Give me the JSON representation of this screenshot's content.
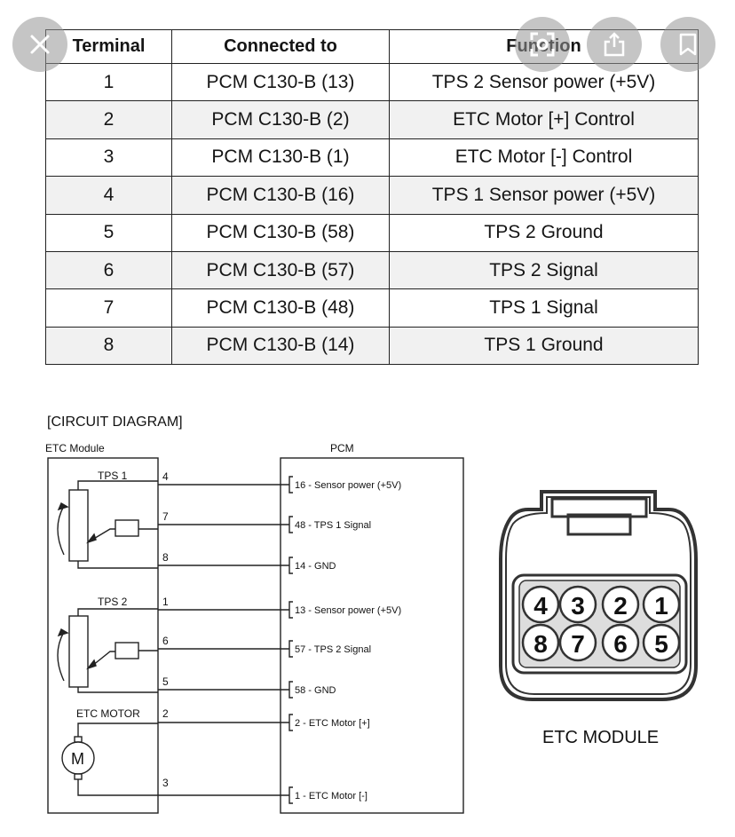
{
  "table": {
    "headers": [
      "Terminal",
      "Connected to",
      "Function"
    ],
    "rows": [
      [
        "1",
        "PCM C130-B (13)",
        "TPS 2 Sensor power (+5V)"
      ],
      [
        "2",
        "PCM C130-B (2)",
        "ETC Motor [+] Control"
      ],
      [
        "3",
        "PCM C130-B (1)",
        "ETC Motor [-] Control"
      ],
      [
        "4",
        "PCM C130-B (16)",
        "TPS 1 Sensor power (+5V)"
      ],
      [
        "5",
        "PCM C130-B (58)",
        "TPS 2 Ground"
      ],
      [
        "6",
        "PCM C130-B (57)",
        "TPS 2 Signal"
      ],
      [
        "7",
        "PCM C130-B (48)",
        "TPS 1 Signal"
      ],
      [
        "8",
        "PCM C130-B (14)",
        "TPS 1 Ground"
      ]
    ]
  },
  "diagram": {
    "title": "[CIRCUIT DIAGRAM]",
    "etc_module_label": "ETC Module",
    "pcm_label": "PCM",
    "tps1_label": "TPS 1",
    "tps2_label": "TPS 2",
    "etc_motor_label": "ETC MOTOR",
    "motor_symbol": "M",
    "wires": [
      {
        "pin": "4",
        "pcm": "16 - Sensor power (+5V)"
      },
      {
        "pin": "7",
        "pcm": "48 - TPS 1 Signal"
      },
      {
        "pin": "8",
        "pcm": "14 - GND"
      },
      {
        "pin": "1",
        "pcm": "13 - Sensor power (+5V)"
      },
      {
        "pin": "6",
        "pcm": "57 - TPS 2 Signal"
      },
      {
        "pin": "5",
        "pcm": "58 - GND"
      },
      {
        "pin": "2",
        "pcm": "2 - ETC Motor [+]"
      },
      {
        "pin": "3",
        "pcm": "1 - ETC Motor [-]"
      }
    ]
  },
  "connector": {
    "top_pins": [
      "4",
      "3",
      "2",
      "1"
    ],
    "bottom_pins": [
      "8",
      "7",
      "6",
      "5"
    ],
    "caption": "ETC MODULE"
  },
  "overlay": {
    "icons": [
      "close-icon",
      "lens-icon",
      "share-icon",
      "bookmark-icon"
    ]
  }
}
